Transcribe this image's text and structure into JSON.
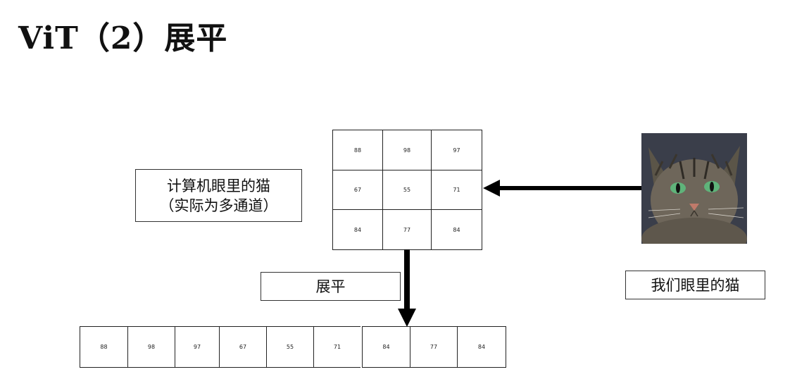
{
  "title": "ViT（2）展平",
  "labels": {
    "computer_cat_line1": "计算机眼里的猫",
    "computer_cat_line2": "（实际为多通道）",
    "flatten": "展平",
    "our_cat": "我们眼里的猫"
  },
  "matrix": [
    [
      "88",
      "98",
      "97"
    ],
    [
      "67",
      "55",
      "71"
    ],
    [
      "84",
      "77",
      "84"
    ]
  ],
  "flattened": [
    "88",
    "98",
    "97",
    "67",
    "55",
    "71",
    "84",
    "77",
    "84"
  ],
  "colors": {
    "line": "#222222",
    "arrow": "#000000",
    "cat_fur": "#6e665a",
    "cat_eye": "#5fb37a"
  }
}
